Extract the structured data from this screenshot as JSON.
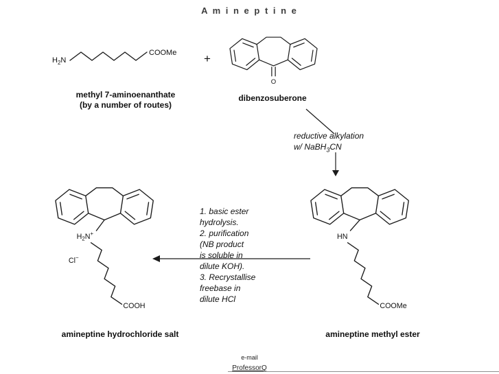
{
  "page": {
    "title": "A m i n e p t i n e"
  },
  "reactants": {
    "amine_ester": {
      "label_line1": "methyl 7-aminoenanthate",
      "label_line2": "(by a number of routes)",
      "amine": {
        "h": "H",
        "sub": "2",
        "n": "N"
      },
      "ester_group": "COOMe"
    },
    "plus": "+",
    "ketone": {
      "label": "dibenzosuberone",
      "oxygen": "O"
    }
  },
  "step1": {
    "line1": "reductive alkylation",
    "line2a": "w/ NaBH",
    "line2_sub": "3",
    "line2b": "CN"
  },
  "step2": {
    "lines": "1. basic ester\nhydrolysis.\n2. purification\n(NB product\nis soluble in\ndilute KOH).\n3. Recrystallise\nfreebase in\ndilute HCl"
  },
  "products": {
    "methyl_ester": {
      "label": "amineptine methyl ester",
      "amine_group": "HN",
      "ester_group": "COOMe"
    },
    "hcl_salt": {
      "label": "amineptine hydrochloride salt",
      "amine": {
        "h": "H",
        "sub": "2",
        "n": "N",
        "charge": "+"
      },
      "counterion": {
        "symbol": "Cl",
        "charge": "−"
      },
      "acid_group": "COOH"
    }
  },
  "footer": {
    "email_label": "e-mail",
    "link_label": "ProfessorQ"
  }
}
